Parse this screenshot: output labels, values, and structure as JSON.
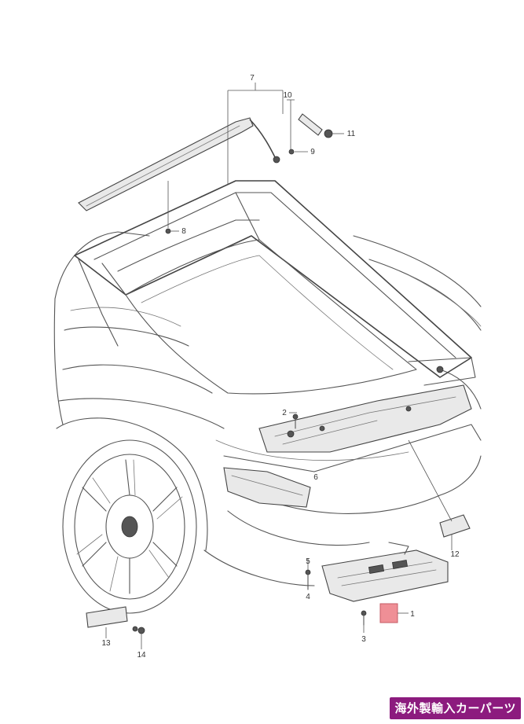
{
  "diagram": {
    "callouts": {
      "c1": "1",
      "c2": "2",
      "c3": "3",
      "c4": "4",
      "c5": "5",
      "c6": "6",
      "c7": "7",
      "c8": "8",
      "c9": "9",
      "c10": "10",
      "c11": "11",
      "c12": "12",
      "c13": "13",
      "c14": "14"
    },
    "highlighted_part": "1",
    "highlight_color": "#ef8f96"
  },
  "watermark": {
    "text": "海外製輸入カーパーツ",
    "background": "#8c1b7e"
  }
}
